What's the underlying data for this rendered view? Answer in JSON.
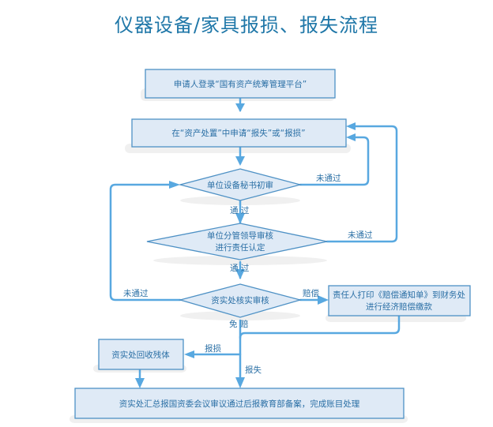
{
  "title": "仪器设备/家具报损、报失流程",
  "colors": {
    "title": "#1f77a8",
    "node_fill": "#dfeaf6",
    "node_border": "#4e91c5",
    "connector": "#58a8e0",
    "text": "#2a6fa5"
  },
  "nodes": {
    "login": "申请人登录“国有资产统筹管理平台”",
    "apply": "在“资产处置”中申请“报失”或“报损”",
    "review1": "单位设备秘书初审",
    "review2_line1": "单位分管领导审核",
    "review2_line2": "进行责任认定",
    "review3": "资实处核实审核",
    "compensate_line1": "责任人打印《赔偿通知单》到财务处",
    "compensate_line2": "进行经济赔偿缴款",
    "recycle": "资实处回收残体",
    "final": "资实处汇总报国资委会议审议通过后报教育部备案，完成账目处理"
  },
  "edge_labels": {
    "review1_fail": "未通过",
    "review1_pass": "通 过",
    "review2_fail": "未通过",
    "review2_pass": "通 过",
    "review3_fail": "未通过",
    "review3_compensate": "赔偿",
    "review3_exempt": "免 赔",
    "damaged": "报损",
    "lost": "报失"
  }
}
